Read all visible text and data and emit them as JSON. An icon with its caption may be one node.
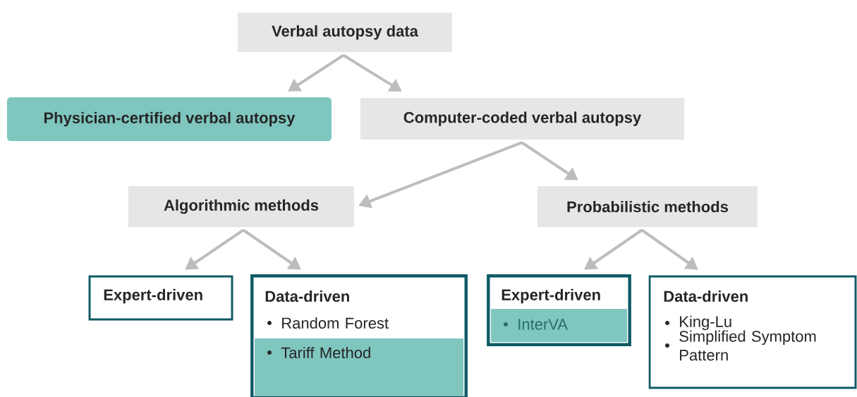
{
  "diagram": {
    "nodes": [
      {
        "text": [
          "Verbal autopsy data"
        ]
      },
      {
        "text": [
          "Physician-certified verbal autopsy"
        ]
      },
      {
        "text": [
          "Computer-coded verbal autopsy"
        ]
      },
      {
        "text": [
          "Algorithmic methods"
        ]
      },
      {
        "text": [
          "Probabilistic methods"
        ]
      },
      {
        "text": [
          "Expert-driven"
        ]
      },
      {
        "text": [
          "Data-driven",
          "Random Forest"
        ]
      },
      {
        "text": [
          "Tariff Method"
        ],
        "in": 6
      },
      {
        "text": [
          "Expert-driven"
        ]
      },
      {
        "text": [
          "InterVA"
        ],
        "in": 8
      },
      {
        "text": [
          "Data-driven",
          "King-Lu",
          "Simplified Symptom Pattern"
        ]
      }
    ],
    "edges": [
      {
        "from": 0,
        "to": 1,
        "arrow": "to"
      },
      {
        "from": 0,
        "to": 2,
        "arrow": "to"
      },
      {
        "from": 2,
        "to": 3,
        "arrow": "to"
      },
      {
        "from": 2,
        "to": 4,
        "arrow": "to"
      },
      {
        "from": 3,
        "to": 5,
        "arrow": "to"
      },
      {
        "from": 3,
        "to": 6,
        "arrow": "to"
      },
      {
        "from": 4,
        "to": 8,
        "arrow": "to"
      },
      {
        "from": 4,
        "to": 10,
        "arrow": "to"
      }
    ]
  }
}
